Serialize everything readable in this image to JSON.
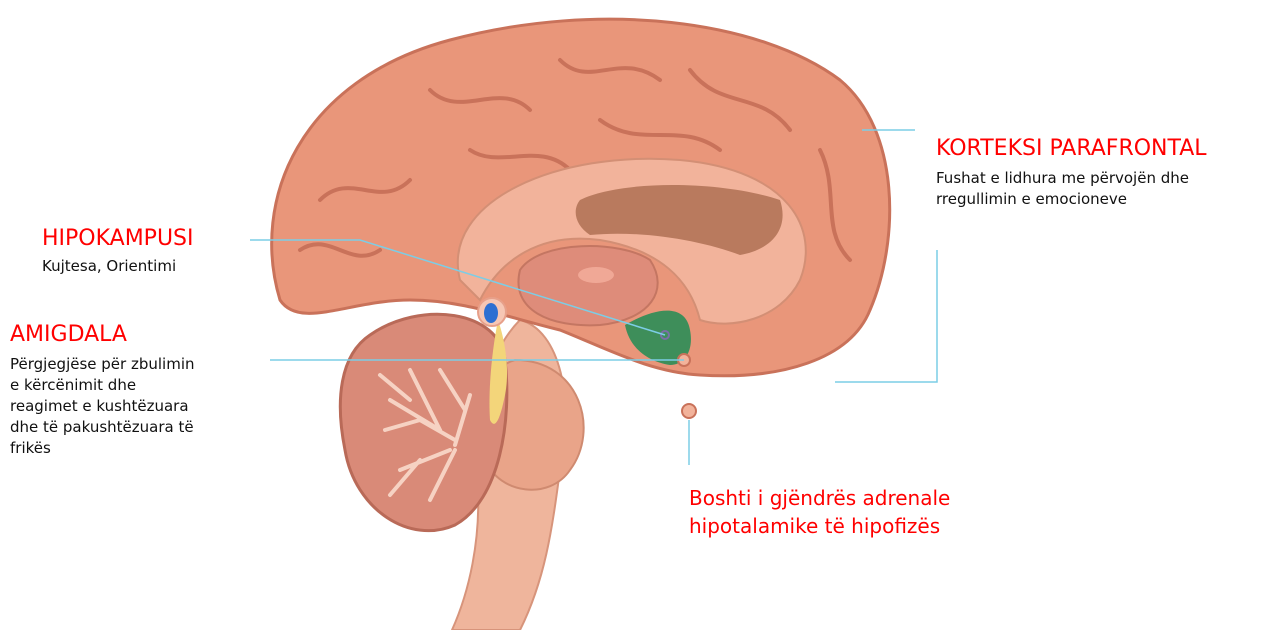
{
  "labels": {
    "hipokampusi": {
      "title": "HIPOKAMPUSI",
      "desc": "Kujtesa, Orientimi"
    },
    "amigdala": {
      "title": "AMIGDALA",
      "desc_lines": [
        "Përgjegjëse për zbulimin",
        "e kërcënimit dhe",
        "reagimet e kushtëzuara",
        "dhe të pakushtëzuara të",
        "frikës"
      ]
    },
    "korteksi": {
      "title": "KORTEKSI PARAFRONTAL",
      "desc_lines": [
        "Fushat e lidhura me përvojën dhe",
        "rregullimin e emocioneve"
      ]
    },
    "boshti": {
      "title_lines": [
        "Boshti i gjëndrës adrenale",
        "hipotalamike të hipofizës"
      ]
    }
  },
  "colors": {
    "label_red": "#ff0000",
    "cortex": "#e9967a",
    "cortex_dark": "#c9725a",
    "inner": "#f2b39b",
    "cerebellum": "#d98a78",
    "brainstem": "#efb59c",
    "amygdala_blue": "#2d6fd2",
    "hypothalamus_green": "#3e8e5a",
    "leader_line": "#7ccde6"
  }
}
